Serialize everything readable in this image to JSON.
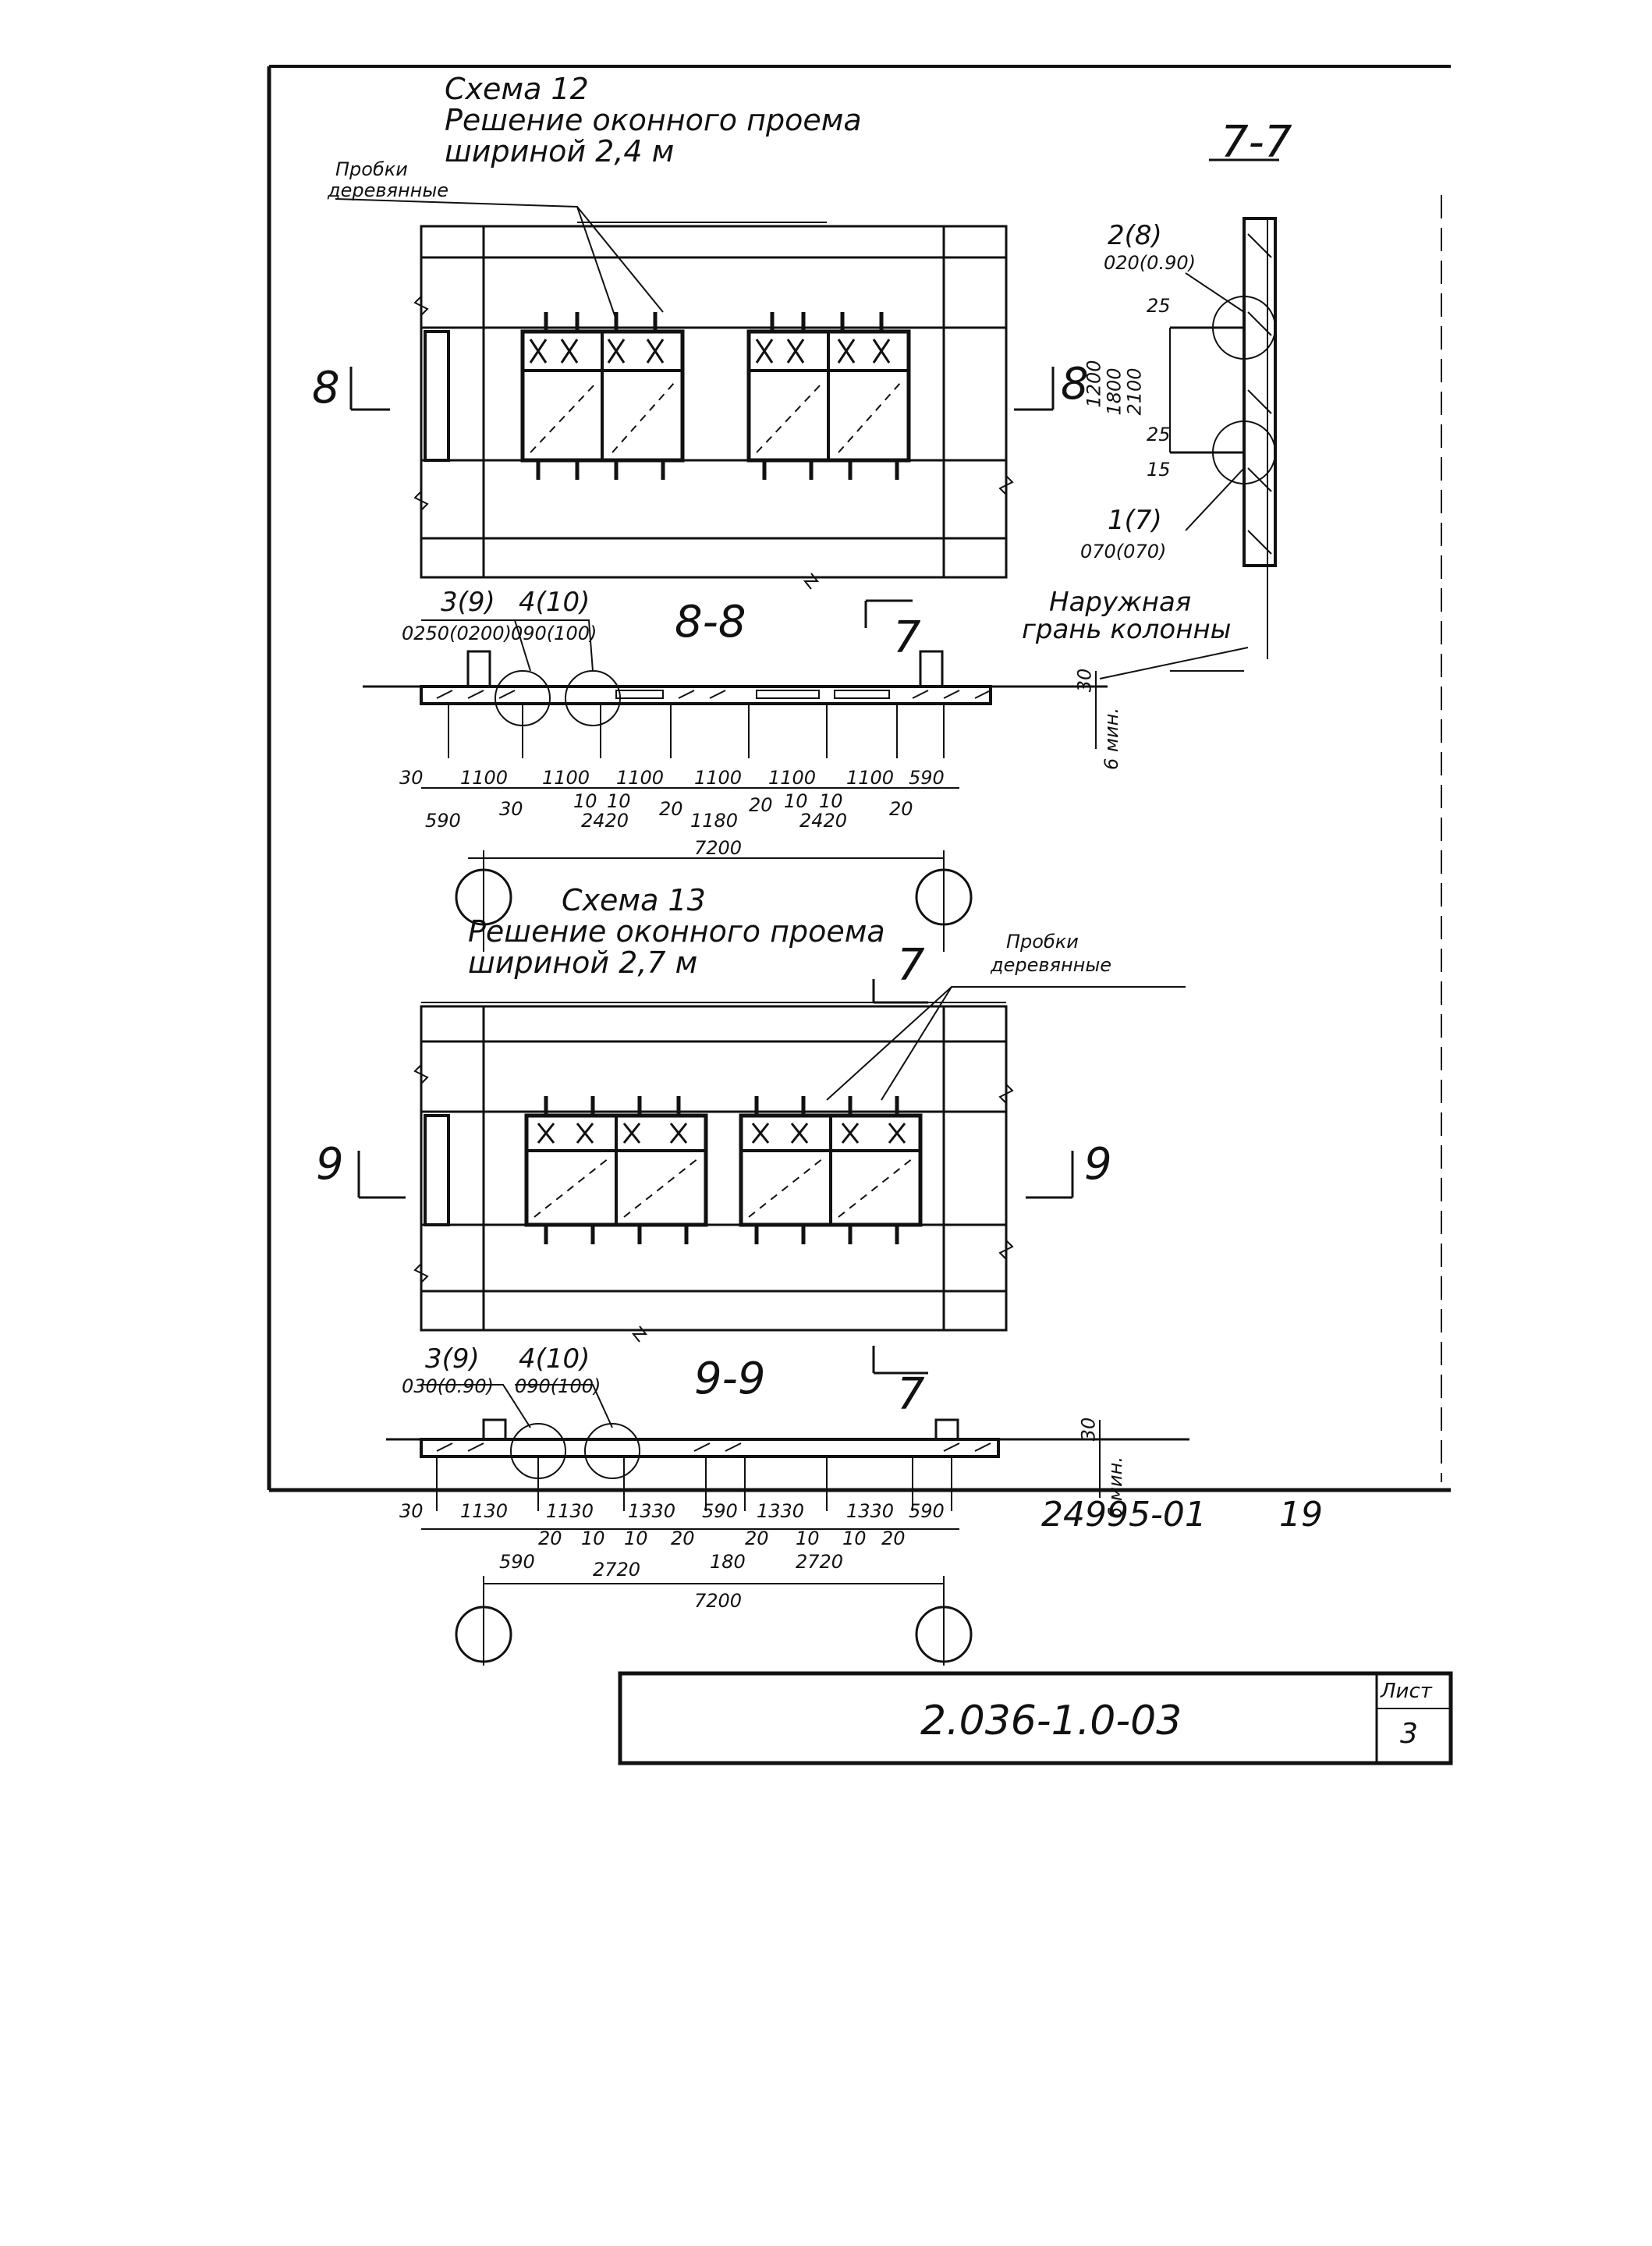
{
  "scheme12": {
    "title_line1": "Схема 12",
    "title_line2": "Решение оконного проема",
    "title_line3": "шириной 2,4 м",
    "plugs_label_1": "Пробки",
    "plugs_label_2": "деревянные",
    "cut_mark": "8",
    "section_title": "8-8",
    "callout_left_top": "3(9)",
    "callout_left_bottom": "0250(0200)",
    "callout_right_top": "4(10)",
    "callout_right_bottom": "090(100)",
    "dim_row1": [
      "30",
      "1100",
      "1100",
      "1100",
      "1100",
      "1100",
      "1100",
      "590"
    ],
    "dim_row2": [
      "590",
      "30",
      "10",
      "10",
      "2420",
      "20",
      "1180",
      "20",
      "10",
      "10",
      "2420",
      "20"
    ],
    "dim_total": "7200",
    "min_label": "6 мин.",
    "gap_label": "30",
    "section_marker": "7"
  },
  "section77": {
    "title": "7-7",
    "callout_top_a": "2(8)",
    "callout_top_b": "020(0.90)",
    "callout_bottom_a": "1(7)",
    "callout_bottom_b": "070(070)",
    "dims": [
      "25",
      "1200",
      "1800",
      "2100",
      "25",
      "15"
    ],
    "note_line1": "Наружная",
    "note_line2": "грань колонны"
  },
  "scheme13": {
    "title_line1": "Схема 13",
    "title_line2": "Решение оконного проема",
    "title_line3": "шириной 2,7 м",
    "plugs_label_1": "Пробки",
    "plugs_label_2": "деревянные",
    "cut_mark": "9",
    "section_title": "9-9",
    "section_marker": "7",
    "callout_left_top": "3(9)",
    "callout_left_bottom": "030(0.90)",
    "callout_right_top": "4(10)",
    "callout_right_bottom": "090(100)",
    "dim_row1": [
      "30",
      "1130",
      "1130",
      "1330",
      "590",
      "1330",
      "1330",
      "590"
    ],
    "dim_row2": [
      "20",
      "10",
      "10",
      "20",
      "20",
      "10",
      "10",
      "20"
    ],
    "dim_row3": [
      "590",
      "2720",
      "180",
      "2720"
    ],
    "dim_total": "7200",
    "min_label": "6 мин.",
    "gap_label": "30"
  },
  "stamp": {
    "code": "2.036-1.0-03",
    "sheet_label": "Лист",
    "sheet_number": "3"
  },
  "footer": {
    "archive_number": "24995-01",
    "page": "19"
  }
}
